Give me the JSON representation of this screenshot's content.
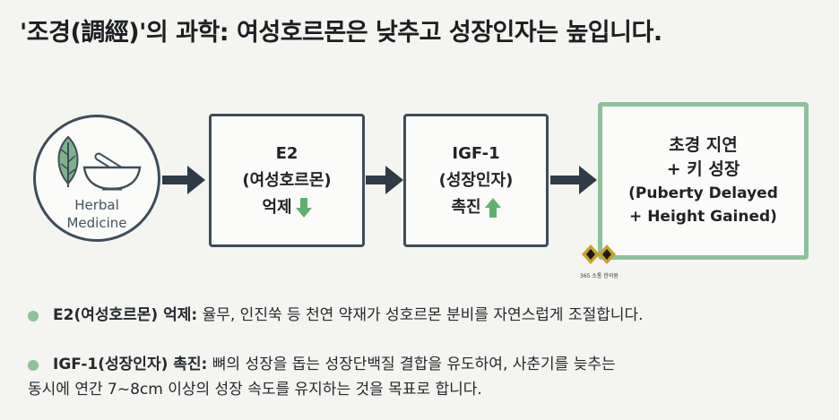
{
  "title": "'조경(調經)'의 과학: 여성호르몬은 낮추고 성장인자는 높입니다.",
  "herb": {
    "line1": "Herbal",
    "line2": "Medicine",
    "icon": "leaf-mortar-pestle-icon"
  },
  "boxes": [
    {
      "line1": "E2",
      "line2": "(여성호르몬)",
      "line3": "억제",
      "indicator": "down-arrow-icon",
      "indicator_color": "#5fb06f"
    },
    {
      "line1": "IGF-1",
      "line2": "(성장인자)",
      "line3": "촉진",
      "indicator": "up-arrow-icon",
      "indicator_color": "#5fb06f"
    }
  ],
  "result": {
    "line1": "초경 지연",
    "line2": "+ 키 성장",
    "line3": "(Puberty Delayed",
    "line4": "+ Height Gained)"
  },
  "logo": {
    "text": "365 소통 한의원"
  },
  "bullets": [
    {
      "label": "E2(여성호르몬) 억제:",
      "text": " 율무, 인진쑥 등 천연 약재가 성호르몬 분비를 자연스럽게 조절합니다."
    },
    {
      "label": "IGF-1(성장인자) 촉진:",
      "text": " 뼈의 성장을 돕는 성장단백질 결합을 유도하여, 사춘기를 늦추는",
      "text2": "동시에 연간 7~8cm 이상의 성장 속도를 유지하는 것을 목표로 합니다."
    }
  ],
  "colors": {
    "accent_green": "#8cc39a",
    "arrow_navy": "#2e3b48",
    "border": "#3e4d5a"
  }
}
